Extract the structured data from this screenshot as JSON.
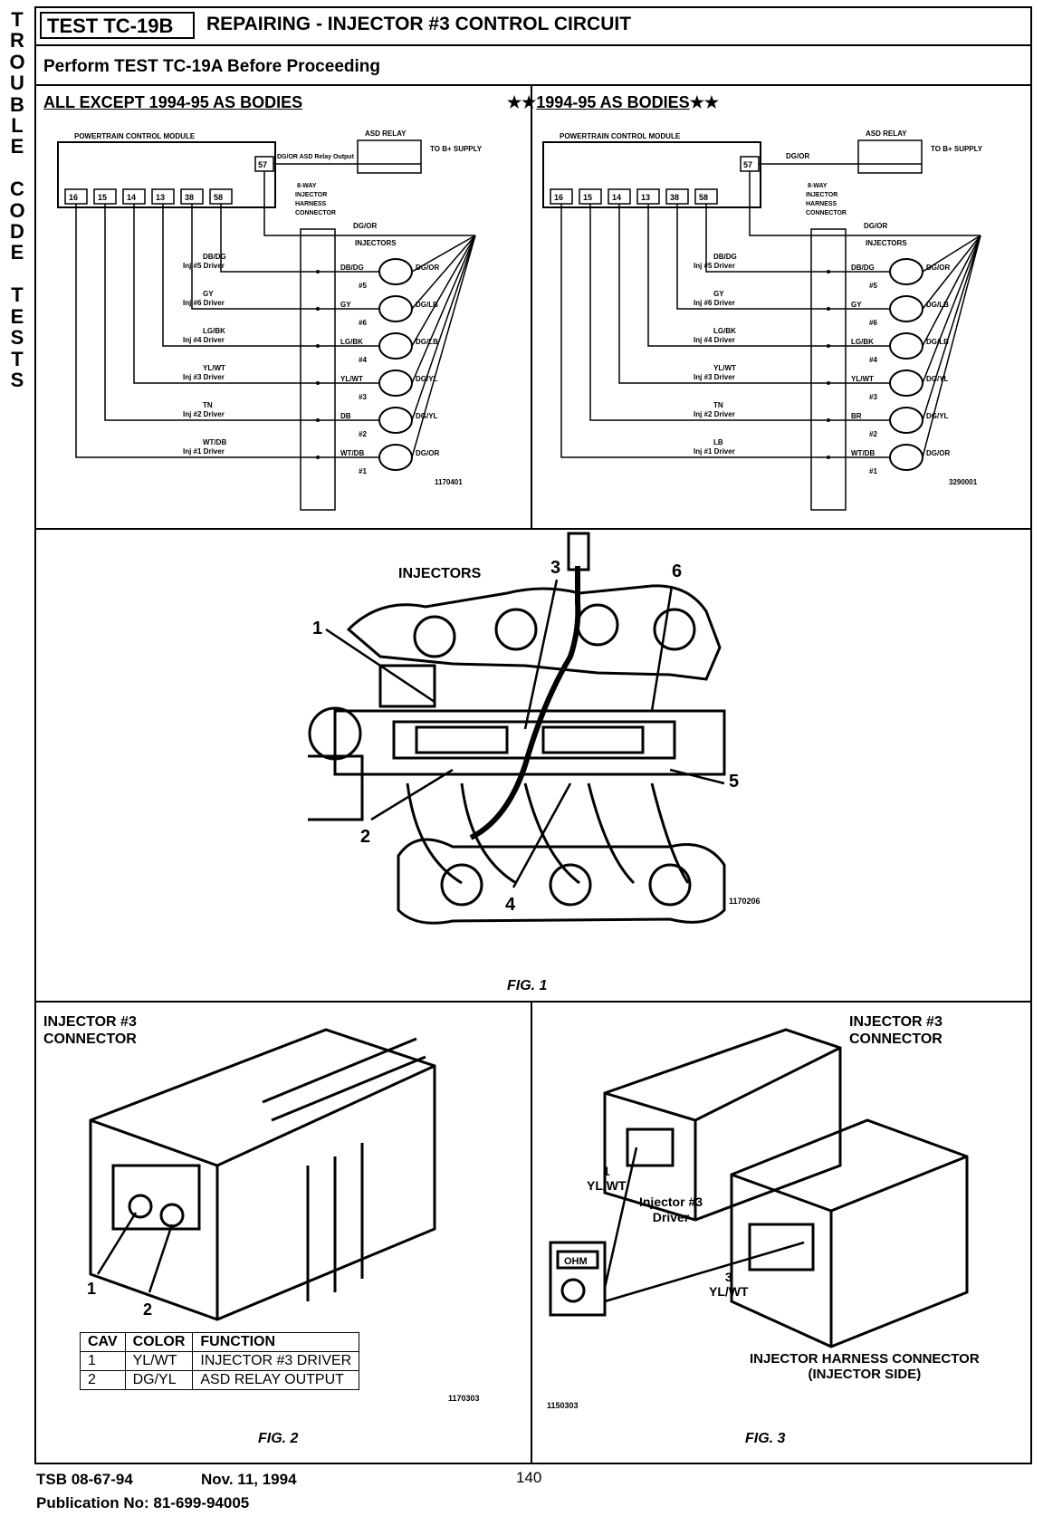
{
  "side_tab": [
    "T",
    "R",
    "O",
    "U",
    "B",
    "L",
    "E",
    " ",
    "C",
    "O",
    "D",
    "E",
    " ",
    "T",
    "E",
    "S",
    "T",
    "S"
  ],
  "header": {
    "test_id": "TEST TC-19B",
    "title": "REPAIRING - INJECTOR #3 CONTROL CIRCUIT",
    "subtitle": "Perform TEST TC-19A Before Proceeding"
  },
  "left_schematic": {
    "heading": "ALL EXCEPT 1994-95 AS BODIES",
    "pcm_label": "POWERTRAIN CONTROL MODULE",
    "pcm_pins": [
      "16",
      "15",
      "14",
      "13",
      "38",
      "58"
    ],
    "pin_57": "57",
    "asd_relay_output": "DG/OR  ASD Relay Output",
    "asd_relay": "ASD RELAY",
    "to_supply": "TO B+ SUPPLY",
    "harness_connector": "8-WAY INJECTOR HARNESS CONNECTOR",
    "dgor": "DG/OR",
    "injectors": "INJECTORS",
    "drivers": [
      {
        "wire": "DB/DG",
        "name": "Inj #5 Driver"
      },
      {
        "wire": "GY",
        "name": "Inj #6 Driver"
      },
      {
        "wire": "LG/BK",
        "name": "Inj #4 Driver"
      },
      {
        "wire": "YL/WT",
        "name": "Inj #3 Driver"
      },
      {
        "wire": "TN",
        "name": "Inj #2 Driver"
      },
      {
        "wire": "WT/DB",
        "name": "Inj #1 Driver"
      }
    ],
    "rows": [
      {
        "wire": "DB/DG",
        "num": "#5",
        "ret": "DG/OR"
      },
      {
        "wire": "GY",
        "num": "#6",
        "ret": "DG/LB"
      },
      {
        "wire": "LG/BK",
        "num": "#4",
        "ret": "DG/LB"
      },
      {
        "wire": "YL/WT",
        "num": "#3",
        "ret": "DG/YL"
      },
      {
        "wire": "DB",
        "num": "#2",
        "ret": "DG/YL"
      },
      {
        "wire": "WT/DB",
        "num": "#1",
        "ret": "DG/OR"
      }
    ],
    "fig_code": "1170401"
  },
  "right_schematic": {
    "heading": "1994-95 AS BODIES",
    "stars": "★★",
    "pcm_label": "POWERTRAIN CONTROL MODULE",
    "pcm_pins": [
      "16",
      "15",
      "14",
      "13",
      "38",
      "58"
    ],
    "pin_57": "57",
    "dgor_top": "DG/OR",
    "asd_relay": "ASD RELAY",
    "to_supply": "TO B+ SUPPLY",
    "harness_connector": "8-WAY INJECTOR HARNESS CONNECTOR",
    "dgor": "DG/OR",
    "injectors": "INJECTORS",
    "drivers": [
      {
        "wire": "DB/DG",
        "name": "Inj #5 Driver"
      },
      {
        "wire": "GY",
        "name": "Inj #6 Driver"
      },
      {
        "wire": "LG/BK",
        "name": "Inj #4 Driver"
      },
      {
        "wire": "YL/WT",
        "name": "Inj #3 Driver"
      },
      {
        "wire": "TN",
        "name": "Inj #2 Driver"
      },
      {
        "wire": "LB",
        "name": "Inj #1 Driver"
      }
    ],
    "rows": [
      {
        "wire": "DB/DG",
        "num": "#5",
        "ret": "DG/OR"
      },
      {
        "wire": "GY",
        "num": "#6",
        "ret": "DG/LB"
      },
      {
        "wire": "LG/BK",
        "num": "#4",
        "ret": "DG/LB"
      },
      {
        "wire": "YL/WT",
        "num": "#3",
        "ret": "DG/YL"
      },
      {
        "wire": "BR",
        "num": "#2",
        "ret": "DG/YL"
      },
      {
        "wire": "WT/DB",
        "num": "#1",
        "ret": "DG/OR"
      }
    ],
    "fig_code": "3290001"
  },
  "fig1": {
    "title": "INJECTORS",
    "callouts": [
      "1",
      "2",
      "3",
      "4",
      "5",
      "6"
    ],
    "fig_code": "1170206",
    "caption": "FIG. 1"
  },
  "fig2": {
    "title": "INJECTOR #3 CONNECTOR",
    "callouts": [
      "1",
      "2"
    ],
    "table": {
      "headers": [
        "CAV",
        "COLOR",
        "FUNCTION"
      ],
      "rows": [
        [
          "1",
          "YL/WT",
          "INJECTOR #3 DRIVER"
        ],
        [
          "2",
          "DG/YL",
          "ASD RELAY OUTPUT"
        ]
      ]
    },
    "fig_code": "1170303",
    "caption": "FIG. 2"
  },
  "fig3": {
    "title": "INJECTOR #3 CONNECTOR",
    "pin1": "1",
    "pin1_color": "YL/WT",
    "driver": "Injector #3 Driver",
    "meter": "OHM",
    "pin3": "3",
    "pin3_color": "YL/WT",
    "harness": "INJECTOR HARNESS CONNECTOR",
    "harness_side": "(INJECTOR SIDE)",
    "fig_code": "1150303",
    "caption": "FIG. 3"
  },
  "footer": {
    "tsb": "TSB 08-67-94",
    "date": "Nov. 11, 1994",
    "page": "140",
    "publication": "Publication No:  81-699-94005"
  }
}
